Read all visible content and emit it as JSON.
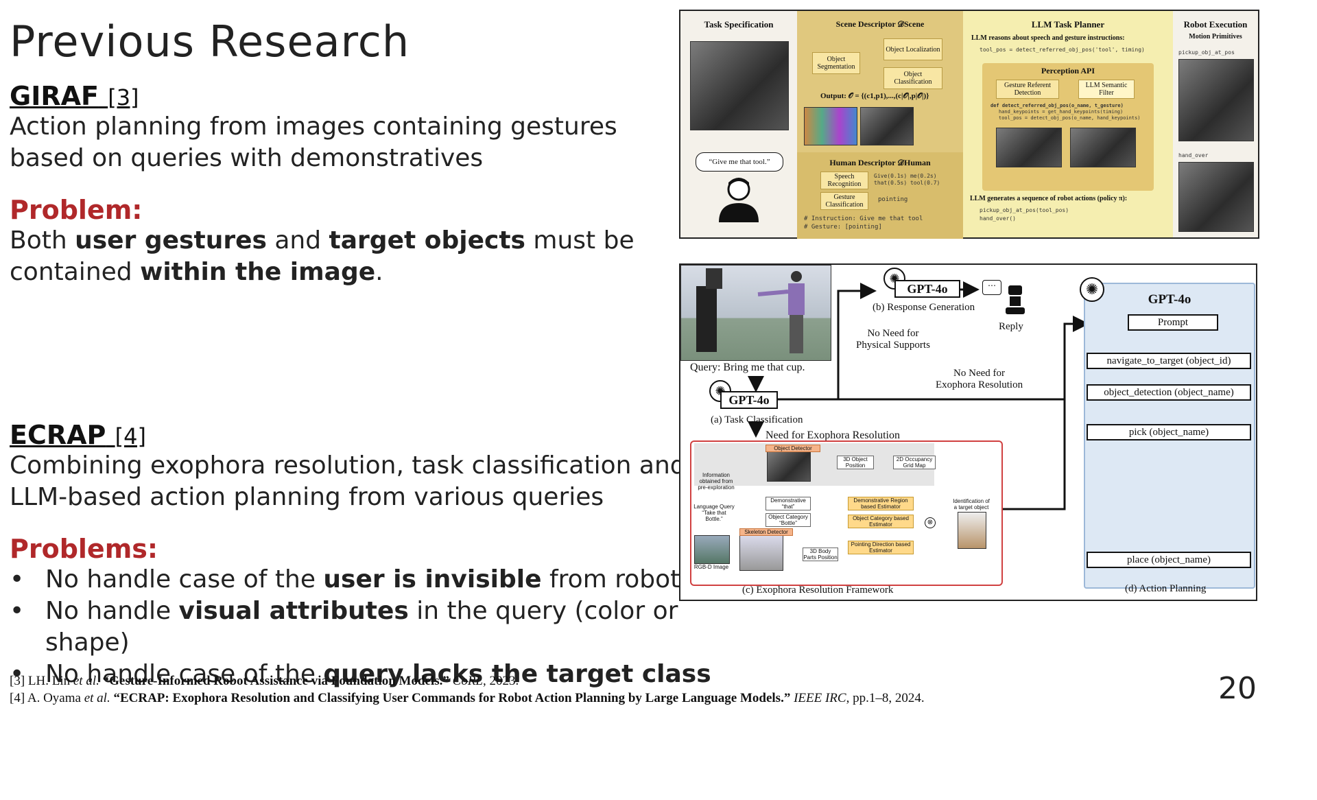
{
  "title": "Previous Research",
  "giraf": {
    "heading": "GIRAF",
    "ref": "[3]",
    "description_line1": "Action planning from images containing gestures",
    "description_line2": "based on queries with demonstratives",
    "problem_label": "Problem:",
    "problem_p1": "Both ",
    "problem_b1": "user gestures",
    "problem_p2": " and ",
    "problem_b2": "target objects",
    "problem_p3": " must be",
    "problem_p4": "contained ",
    "problem_b3": "within the image",
    "problem_p5": "."
  },
  "ecrap": {
    "heading": "ECRAP",
    "ref": "[4]",
    "description_line1": "Combining exophora resolution, task classification and",
    "description_line2": "LLM-based action planning from various queries",
    "problems_label": "Problems:",
    "bullets": [
      {
        "pre": "No handle case of the ",
        "bold": "user is invisible",
        "post": " from robot"
      },
      {
        "pre": "No handle ",
        "bold": "visual attributes",
        "post": " in the query (color or shape)"
      },
      {
        "pre": "No handle case of the ",
        "bold": "query lacks the target class",
        "post": ""
      }
    ]
  },
  "references": [
    {
      "num": "[3]",
      "authors": "LH. Lin",
      "etal": "et al.",
      "title": "“Gesture-Informed Robot Assistance via Foundation Models.”",
      "venue": "CoRL",
      "tail": ", 2023."
    },
    {
      "num": "[4]",
      "authors": "A. Oyama",
      "etal": "et al.",
      "title": "“ECRAP: Exophora Resolution and Classifying User Commands for Robot Action Planning by Large Language Models.”",
      "venue": "IEEE IRC",
      "tail": ", pp.1–8, 2024."
    }
  ],
  "page_number": "20",
  "figure_top": {
    "panel1_title": "Task Specification",
    "panel1_quote": "“Give me that tool.”",
    "panel2_title": "Scene Descriptor 𝒟Scene",
    "seg": "Object Segmentation",
    "loc": "Object Localization",
    "cls": "Object Classification",
    "output": "Output: 𝒪 = {(c1,p1),...,(c|𝒪|,p|𝒪|)}",
    "human_title": "Human Descriptor 𝒟Human",
    "speech": "Speech Recognition",
    "gesture": "Gesture Classification",
    "speech_vals": "Give(0.1s) me(0.2s) that(0.5s) tool(0.7)",
    "pointing": "pointing",
    "instruction": "# Instruction: Give me that tool",
    "gesture_line": "# Gesture: [pointing]",
    "panel3_title": "LLM Task Planner",
    "llm_reason": "LLM reasons about speech and gesture instructions:",
    "tool_pos": "tool_pos = detect_referred_obj_pos('tool', timing)",
    "perception": "Perception API",
    "gesture_ref": "Gesture Referent Detection",
    "sem_filter": "LLM Semantic Filter",
    "code1": "def detect_referred_obj_pos(o_name, t_gesture)",
    "code2": "hand_keypoints = get_hand_keypoints(timing)",
    "code3": "tool_pos = detect_obj_pos(o_name, hand_keypoints)",
    "llm_gen": "LLM generates a sequence of robot actions (policy π):",
    "pick": "pickup_obj_at_pos(tool_pos)",
    "handover": "hand_over()",
    "panel4_title": "Robot Execution",
    "motion": "Motion Primitives",
    "prim1": "pickup_obj_at_pos",
    "prim2": "hand_over"
  },
  "figure_bottom": {
    "query": "Query: Bring me that cup.",
    "gpt_a": "GPT-4o",
    "gpt_b": "GPT-4o",
    "gpt_d": "GPT-4o",
    "cap_a": "(a) Task Classification",
    "cap_b": "(b) Response Generation",
    "reply": "Reply",
    "no_phys1": "No Need for",
    "no_phys2": "Physical Supports",
    "no_exo1": "No Need for",
    "no_exo2": "Exophora Resolution",
    "need_exo": "Need for Exophora Resolution",
    "cap_c": "(c) Exophora Resolution Framework",
    "cap_d": "(d) Action Planning",
    "actions": [
      "Prompt",
      "navigate_to_target (object_id)",
      "object_detection (object_name)",
      "pick (object_name)",
      "place (object_name)"
    ],
    "c_object_detector": "Object Detector",
    "c_skeleton": "Skeleton Detector",
    "c_demo_region": "Demonstrative Region based Estimator",
    "c_obj_cat": "Object Category based Estimator",
    "c_point_dir": "Pointing Direction based Estimator",
    "c_lang_query": "Language Query “Take that Bottle.”",
    "c_demonstrative": "Demonstrative “that”",
    "c_category": "Object Category “Bottle”",
    "c_3d_obj": "3D Object Position",
    "c_2d_grid": "2D Occupancy Grid Map",
    "c_3d_body": "3D Body Parts Position",
    "c_info": "Information obtained from pre-exploration",
    "c_rgbd": "RGB-D Image",
    "c_ident": "Identification of a target object"
  }
}
